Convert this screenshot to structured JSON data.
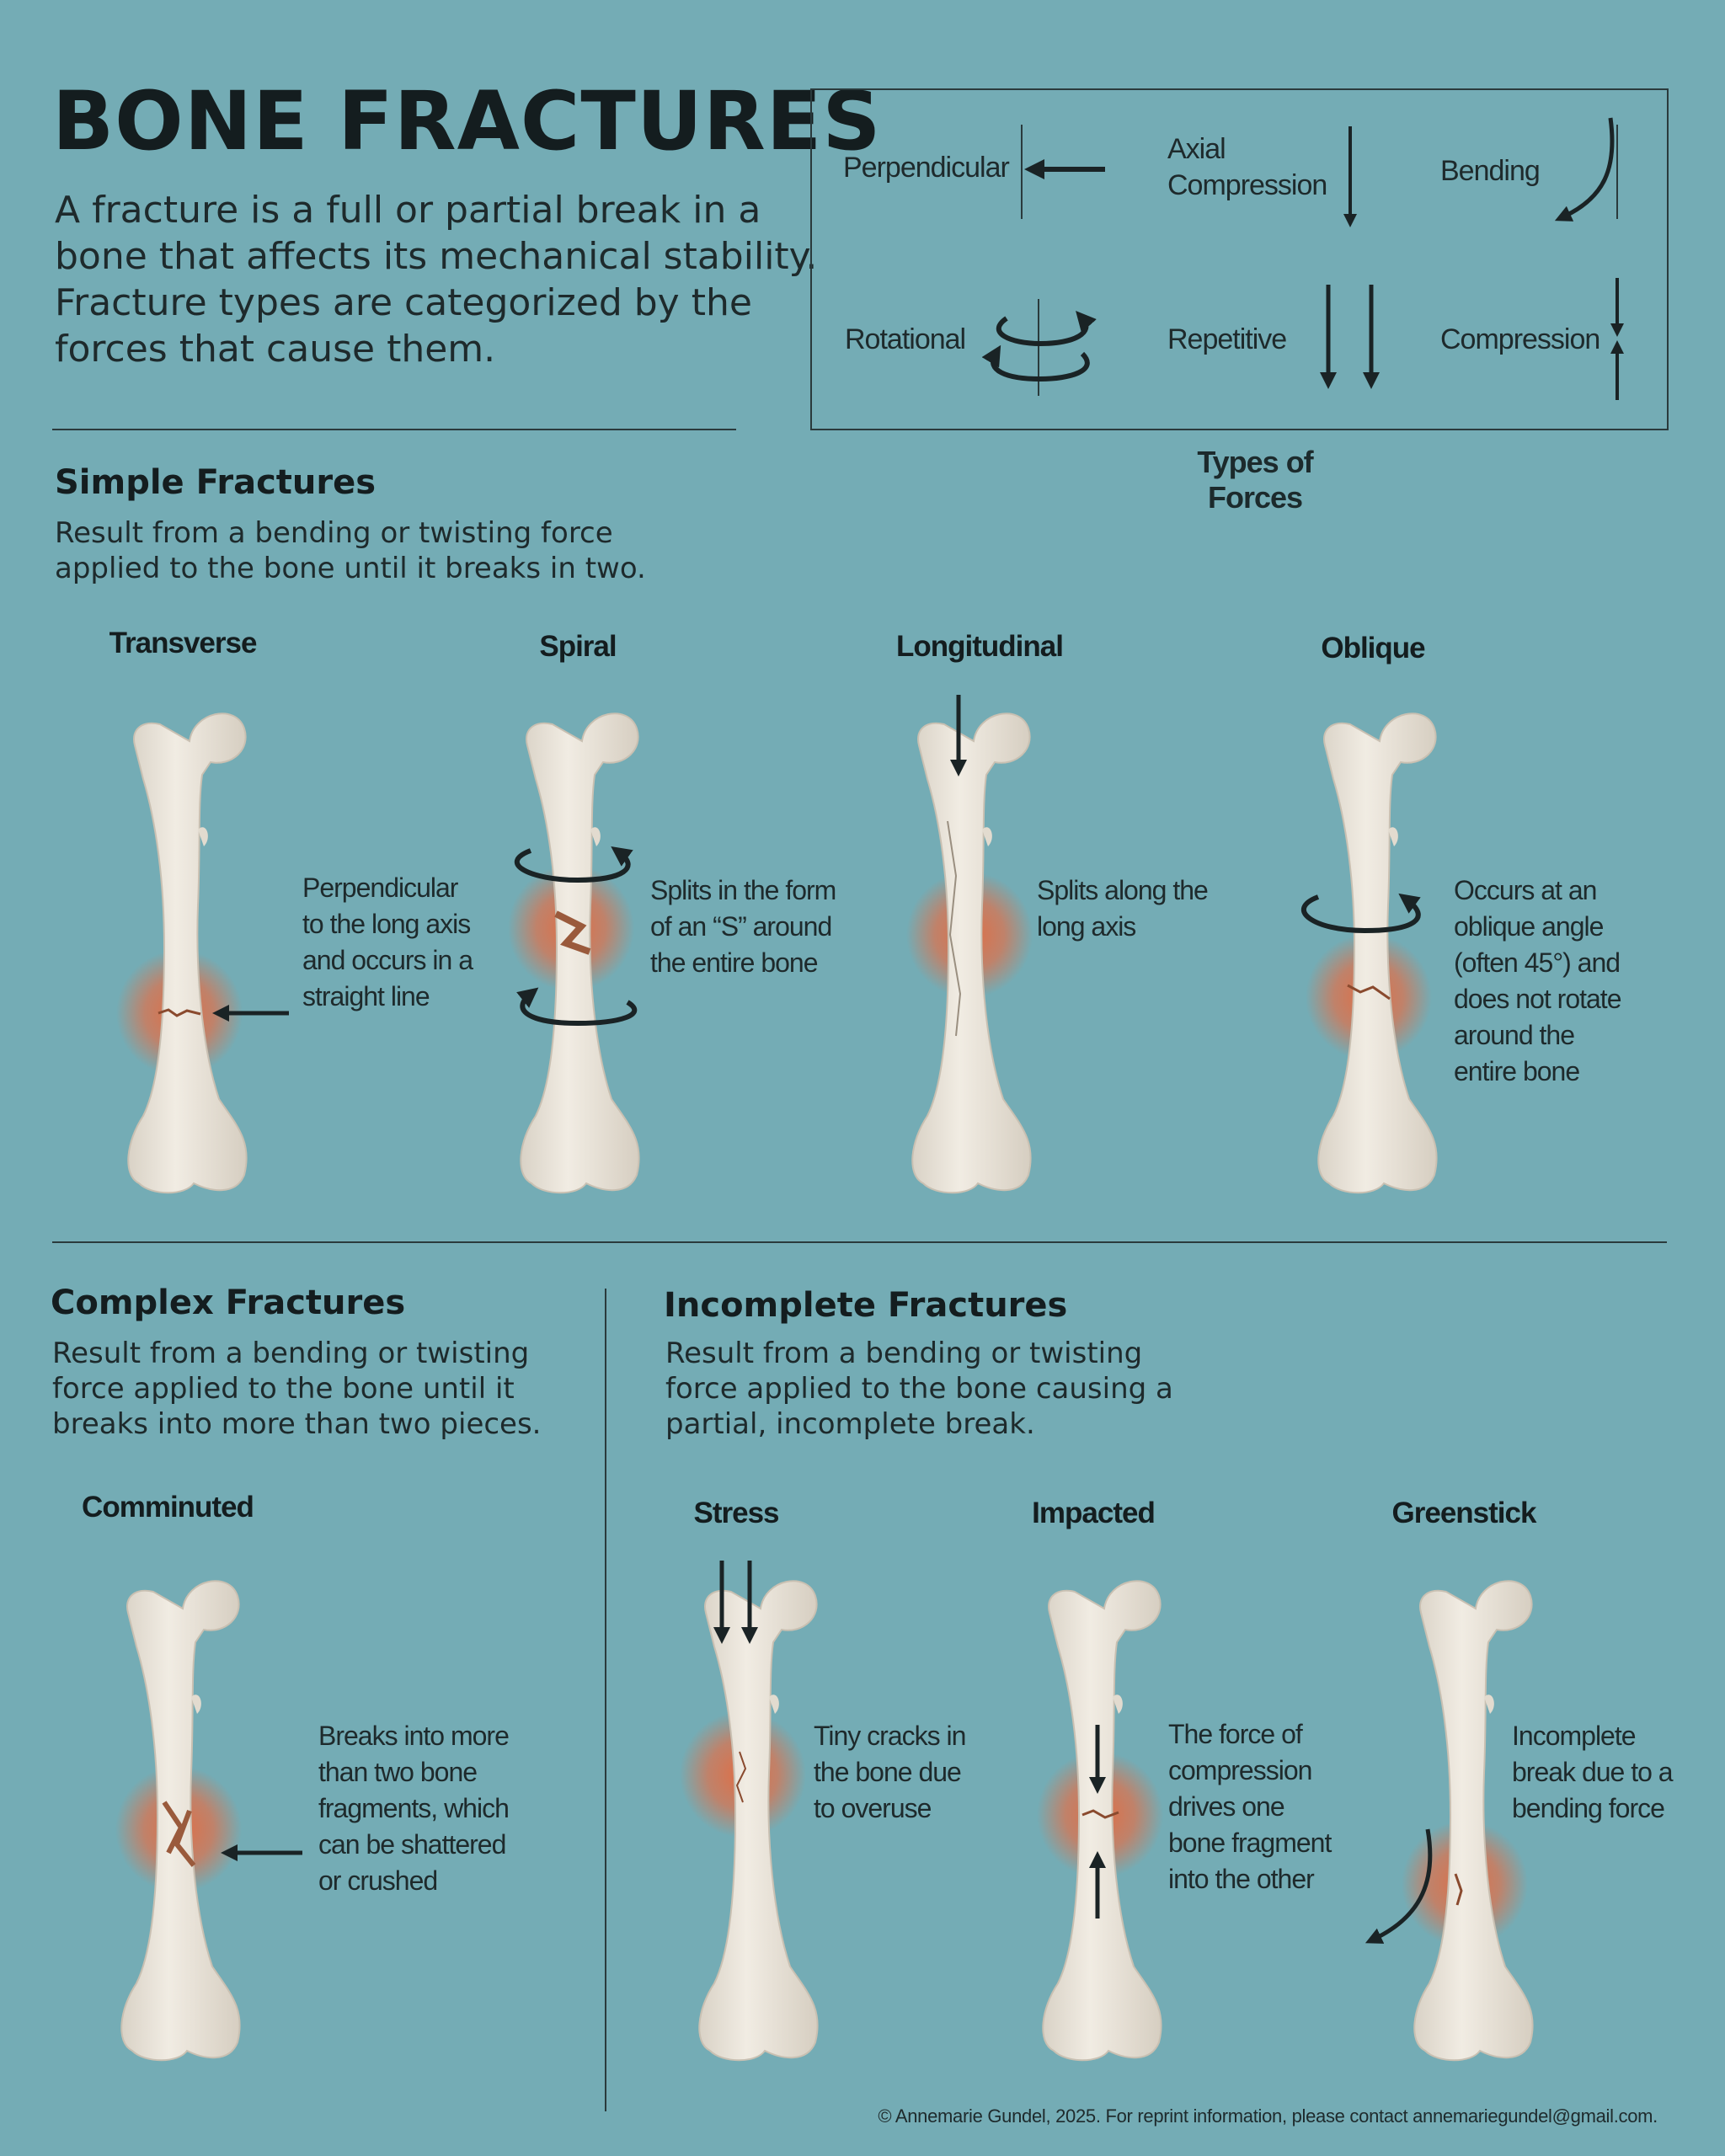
{
  "title": "BONE FRACTURES",
  "intro": [
    "A fracture is a full or partial break in a",
    "bone that affects its mechanical stability.",
    "Fracture types are categorized by the",
    "forces that cause them."
  ],
  "forces": {
    "caption": "Types of Forces",
    "items": [
      {
        "label": "Perpendicular",
        "icon": "left-arrow-icon"
      },
      {
        "label": "Axial",
        "label2": "Compression",
        "icon": "down-arrow-icon"
      },
      {
        "label": "Bending",
        "icon": "curved-arrow-icon"
      },
      {
        "label": "Rotational",
        "icon": "rotation-icon"
      },
      {
        "label": "Repetitive",
        "icon": "double-down-arrow-icon"
      },
      {
        "label": "Compression",
        "icon": "opposing-arrows-icon"
      }
    ]
  },
  "simple": {
    "heading": "Simple Fractures",
    "description": [
      "Result from a bending or twisting force",
      "applied to the bone until it breaks in two."
    ],
    "types": [
      {
        "name": "Transverse",
        "description": [
          "Perpendicular",
          "to the long axis",
          "and occurs in a",
          "straight line"
        ]
      },
      {
        "name": "Spiral",
        "description": [
          "Splits in the form",
          "of an “S” around",
          "the entire bone"
        ]
      },
      {
        "name": "Longitudinal",
        "description": [
          "Splits along the",
          "long axis"
        ]
      },
      {
        "name": "Oblique",
        "description": [
          "Occurs at an",
          "oblique angle",
          "(often 45°) and",
          "does not rotate",
          "around the",
          "entire bone"
        ]
      }
    ]
  },
  "complex": {
    "heading": "Complex Fractures",
    "description": [
      "Result from a bending or twisting",
      "force applied to the bone until it",
      "breaks into more than two pieces."
    ],
    "types": [
      {
        "name": "Comminuted",
        "description": [
          "Breaks into more",
          "than two bone",
          "fragments, which",
          "can be shattered",
          "or crushed"
        ]
      }
    ]
  },
  "incomplete": {
    "heading": "Incomplete Fractures",
    "description": [
      "Result from a bending or twisting",
      "force applied to the bone causing a",
      "partial, incomplete break."
    ],
    "types": [
      {
        "name": "Stress",
        "description": [
          "Tiny cracks in",
          "the bone due",
          "to overuse"
        ]
      },
      {
        "name": "Impacted",
        "description": [
          "The force of",
          "compression",
          "drives one",
          "bone fragment",
          "into the other"
        ]
      },
      {
        "name": "Greenstick",
        "description": [
          "Incomplete",
          "break due to a",
          "bending force"
        ]
      }
    ]
  },
  "footer": "© Annemarie Gundel, 2025. For reprint information, please contact annemariegundel@gmail.com.",
  "colors": {
    "background": "#74acb5",
    "bone": "#ece6dc",
    "injury": "#e0704a",
    "ink": "#1c2a2c"
  }
}
